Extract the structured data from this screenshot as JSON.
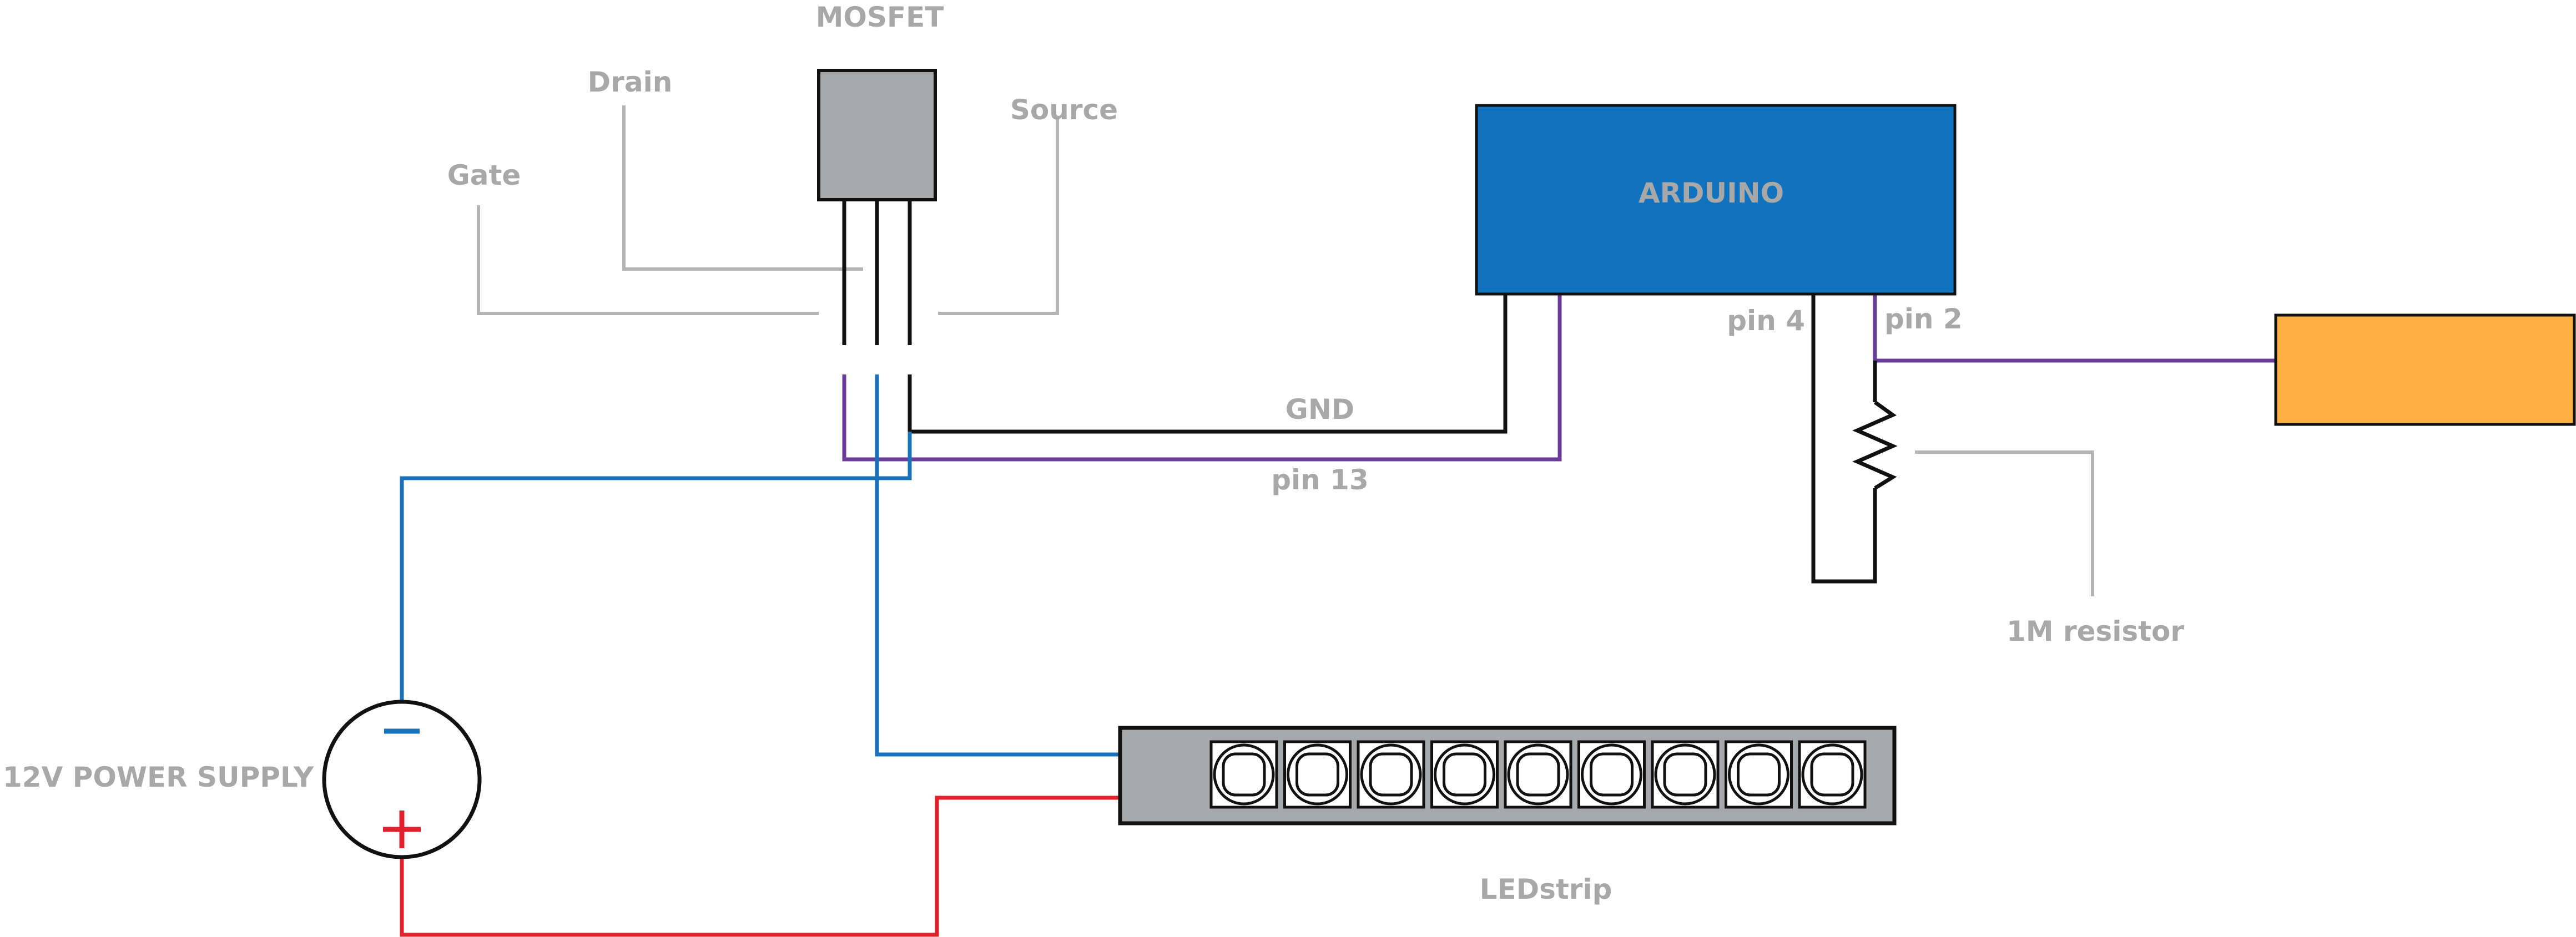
{
  "labels": {
    "mosfet": "MOSFET",
    "drain": "Drain",
    "source": "Source",
    "gate": "Gate",
    "arduino": "ARDUINO",
    "pin4": "pin 4",
    "pin2": "pin 2",
    "gnd": "GND",
    "pin13": "pin 13",
    "resistor": "1M resistor",
    "power_supply": "12V POWER SUPPLY",
    "minus": "−",
    "plus": "+",
    "ledstrip": "LEDstrip"
  },
  "led_count": 9,
  "colors": {
    "label_gray": "#a8a8a8",
    "leader_gray": "#b4b4b4",
    "arduino_blue": "#1173be",
    "wire_blue": "#1a72bb",
    "wire_purple": "#6a3d9a",
    "wire_red": "#e0202a",
    "wire_black": "#111111",
    "mosfet_body": "#a7a8aa",
    "ledstrip_body": "#a7a8aa",
    "sensor_orange": "#fdb042"
  }
}
